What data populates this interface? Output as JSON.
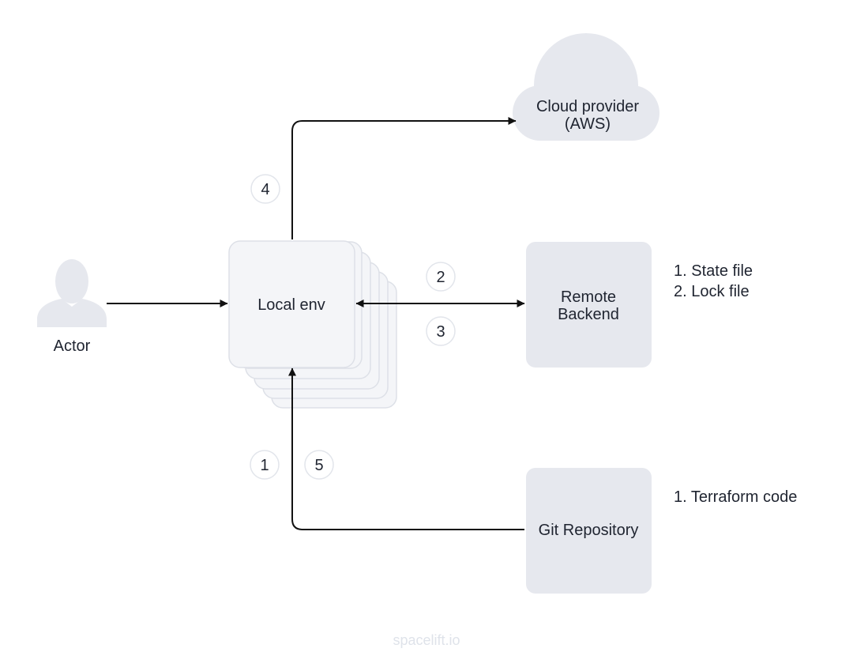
{
  "nodes": {
    "actor": "Actor",
    "local_env": "Local env",
    "cloud_provider": [
      "Cloud provider",
      "(AWS)"
    ],
    "remote_backend": [
      "Remote",
      "Backend"
    ],
    "git_repository": "Git Repository"
  },
  "steps": {
    "to_cloud": "4",
    "to_backend": "2",
    "from_backend": "3",
    "from_git": "1",
    "to_git": "5"
  },
  "notes": {
    "backend": [
      "1. State file",
      "2. Lock file"
    ],
    "git": [
      "1. Terraform code"
    ]
  },
  "watermark": "spacelift.io",
  "colors": {
    "node_fill": "#e6e8ee",
    "local_env_fill": "#f4f5f8",
    "local_env_stroke": "#dde0e7",
    "arrow": "#111111",
    "text": "#1f2430"
  }
}
